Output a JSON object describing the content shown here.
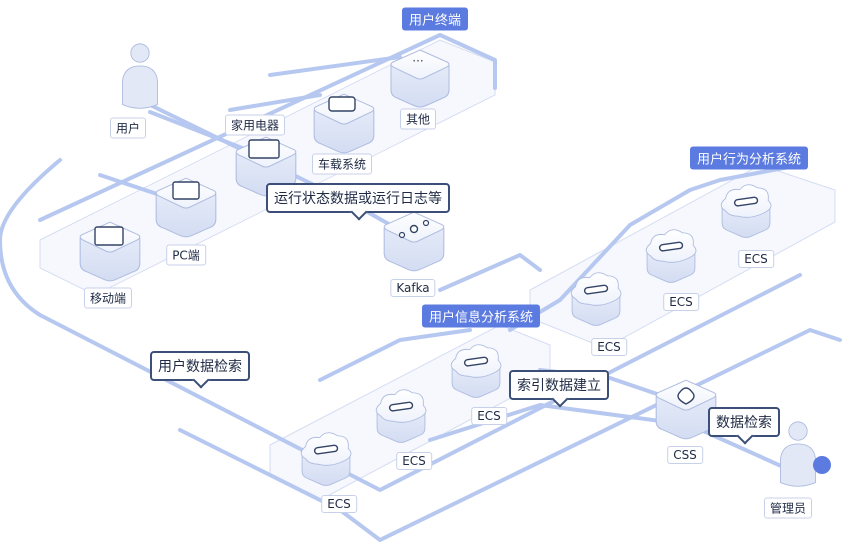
{
  "diagram": {
    "groups": {
      "terminals": "用户终端",
      "behavior_system": "用户行为分析系统",
      "info_system": "用户信息分析系统"
    },
    "nodes": {
      "user": "用户",
      "appliance": "家用电器",
      "vehicle": "车载系统",
      "other": "其他",
      "pc": "PC端",
      "mobile": "移动端",
      "kafka": "Kafka",
      "ecs_behavior_1": "ECS",
      "ecs_behavior_2": "ECS",
      "ecs_behavior_3": "ECS",
      "ecs_info_1": "ECS",
      "ecs_info_2": "ECS",
      "ecs_info_3": "ECS",
      "css": "CSS",
      "admin": "管理员"
    },
    "callouts": {
      "status_logs": "运行状态数据或运行日志等",
      "user_search": "用户数据检索",
      "index_build": "索引数据建立",
      "data_search": "数据检索"
    }
  }
}
